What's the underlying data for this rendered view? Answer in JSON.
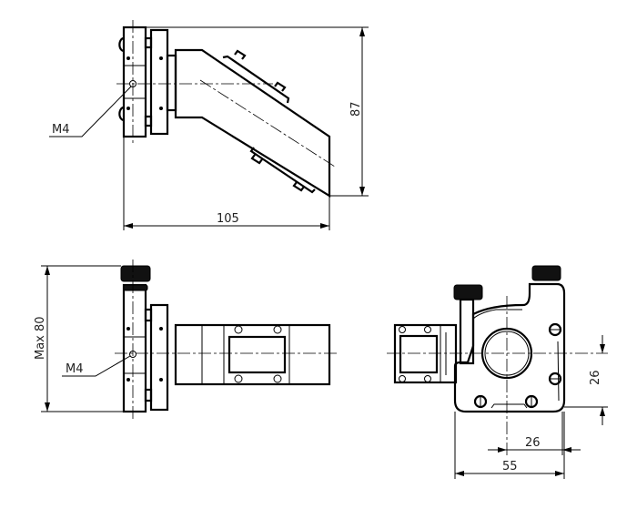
{
  "drawing": {
    "top_view": {
      "thread_label": "M4",
      "height_dim": "87",
      "width_dim": "105"
    },
    "side_view": {
      "thread_label": "M4",
      "height_dim": "Max 80"
    },
    "front_view": {
      "vertical_offset_dim": "26",
      "horizontal_offset_dim": "26",
      "width_dim": "55"
    }
  }
}
